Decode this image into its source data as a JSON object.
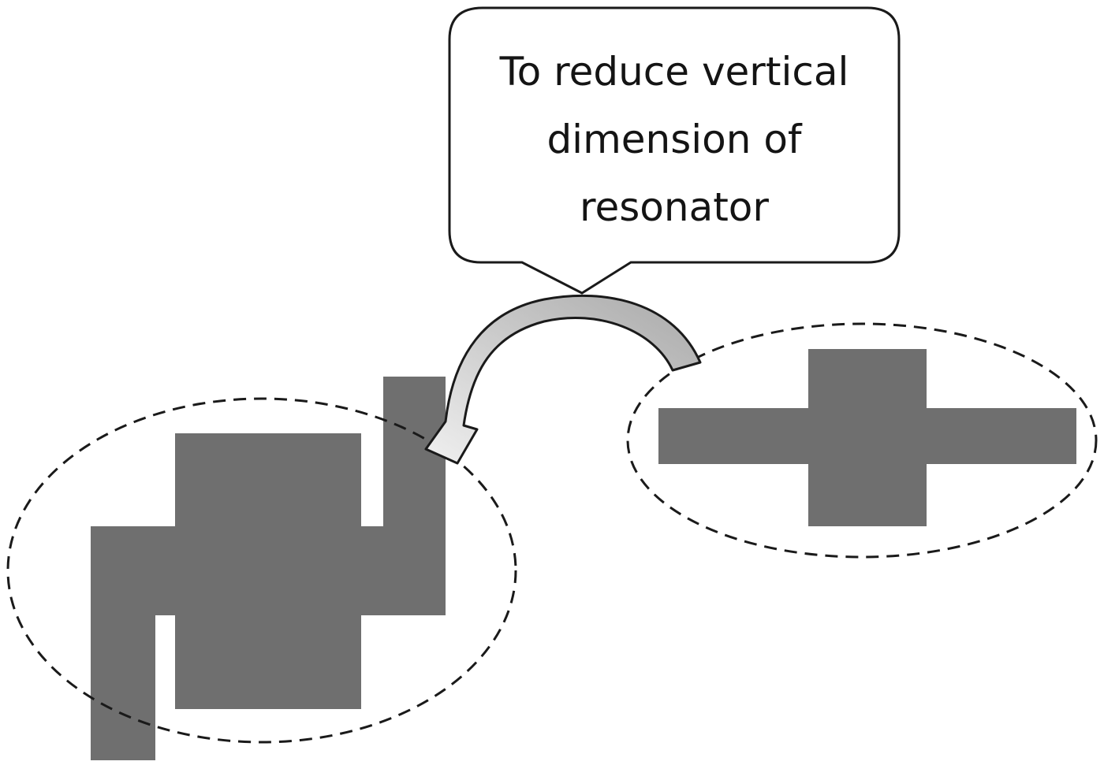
{
  "callout": {
    "lines": [
      "To reduce vertical",
      "dimension of",
      "resonator"
    ]
  },
  "colors": {
    "resonator_fill": "#6f6f6f",
    "outline": "#1a1a1a",
    "arrow_fill_dark": "#a9a9a9",
    "arrow_fill_light": "#e6e6e6",
    "background": "#ffffff"
  }
}
